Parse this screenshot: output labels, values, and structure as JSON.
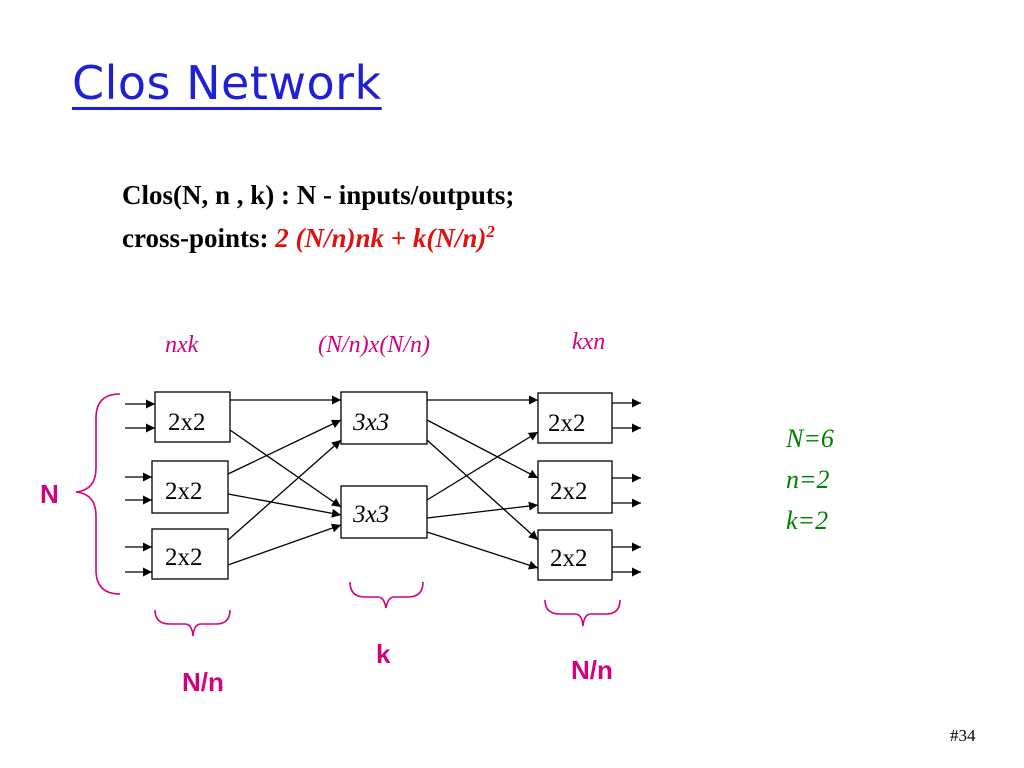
{
  "title": "Clos Network",
  "formula": {
    "line1": "Clos(N, n , k) :  N - inputs/outputs;",
    "line2_prefix": "cross-points:",
    "line2_expr": "2 (N/n)nk + k(N/n)",
    "line2_sup": "2"
  },
  "stage_labels": {
    "stage1": "nxk",
    "stage2": "(N/n)x(N/n)",
    "stage3": "kxn"
  },
  "switches": {
    "stage1": [
      "2x2",
      "2x2",
      "2x2"
    ],
    "stage2": [
      "3x3",
      "3x3"
    ],
    "stage3": [
      "2x2",
      "2x2",
      "2x2"
    ]
  },
  "params": [
    "N=6",
    "n=2",
    "k=2"
  ],
  "braces": {
    "left": "N",
    "bottom_left": "N/n",
    "bottom_mid": "k",
    "bottom_right": "N/n"
  },
  "slide_number": "#34",
  "colors": {
    "title": "#1f1fd6",
    "highlight": "#e01010",
    "magenta": "#d40080",
    "params": "#008000"
  }
}
